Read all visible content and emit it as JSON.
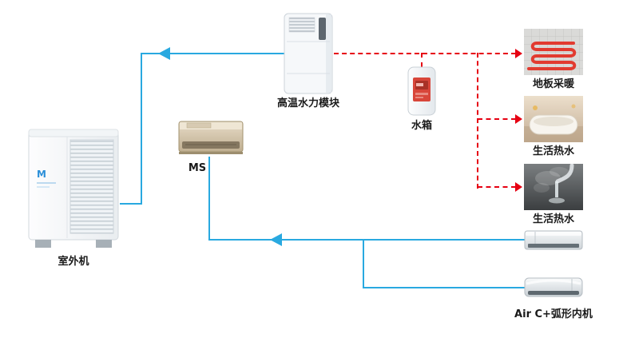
{
  "page": {
    "background": "#ffffff"
  },
  "diagram": {
    "type": "hvac-system-connection-diagram",
    "labels": {
      "outdoor_unit": "室外机",
      "hydraulic_module": "高温水力模块",
      "water_tank": "水箱",
      "ms": "MS",
      "floor_heating": "地板采暖",
      "hot_water_bath": "生活热水",
      "hot_water_tap": "生活热水",
      "air_duct_unit": "Air C+弧形内机",
      "brand_mark": "M"
    },
    "colors": {
      "water_circuit_line": "#29a9e0",
      "heating_circuit_line": "#e60012"
    }
  }
}
